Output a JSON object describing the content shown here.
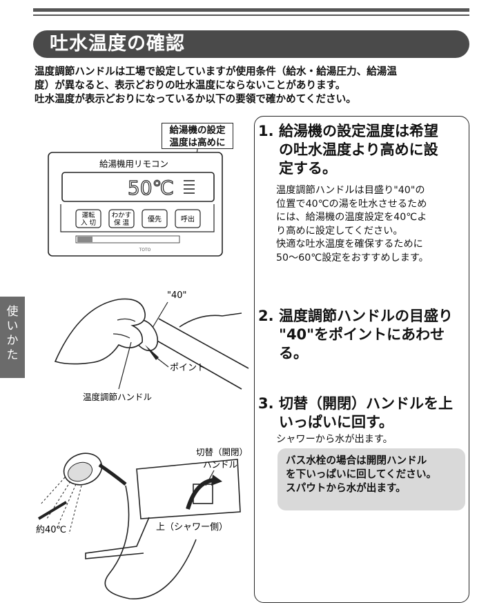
{
  "section_title": "吐水温度の確認",
  "intro": [
    "温度調節ハンドルは工場で設定していますが使用条件（給水・給湯圧力、給湯温",
    "度）が異なると、表示どおりの吐水温度にならないことがあります。",
    "吐水温度が表示どおりになっているか以下の要領で確かめてください。"
  ],
  "side_tab": [
    "使",
    "い",
    "か",
    "た"
  ],
  "remote": {
    "callout": [
      "給湯機の設定",
      "温度は高めに"
    ],
    "label": "給湯機用リモコン",
    "display": "50℃",
    "buttons": [
      {
        "line1": "運転",
        "line2": "入 切"
      },
      {
        "line1": "わかす",
        "line2": "保 温"
      },
      {
        "line1": "優先",
        "line2": ""
      },
      {
        "line1": "呼出",
        "line2": ""
      }
    ],
    "brand": "TOTO"
  },
  "handle_figure": {
    "mark_label": "\"40\"",
    "point_label": "ポイント",
    "handle_label": "温度調節ハンドル"
  },
  "shower_figure": {
    "switch_label": [
      "切替（開閉）",
      "ハンドル"
    ],
    "temp_label": "約40℃",
    "up_label": "上（シャワー側）"
  },
  "steps": [
    {
      "num": "1.",
      "heading": [
        "給湯機の設定温度は希望",
        "の吐水温度より高めに設",
        "定する。"
      ],
      "body": [
        "温度調節ハンドルは目盛り\"40\"の",
        "位置で40℃の湯を吐水させるため",
        "には、給湯機の温度設定を40℃よ",
        "り高めに設定してください。",
        "快適な吐水温度を確保するために",
        "50～60℃設定をおすすめします。"
      ]
    },
    {
      "num": "2.",
      "heading": [
        "温度調節ハンドルの目盛り",
        "\"40\"をポイントにあわせ",
        "る。"
      ],
      "body": []
    },
    {
      "num": "3.",
      "heading": [
        "切替（開閉）ハンドルを上",
        "いっぱいに回す。"
      ],
      "body": [
        "シャワーから水が出ます。"
      ]
    }
  ],
  "note": [
    "バス水栓の場合は開閉ハンドル",
    "を下いっぱいに回してください。",
    "スパウトから水が出ます。"
  ]
}
